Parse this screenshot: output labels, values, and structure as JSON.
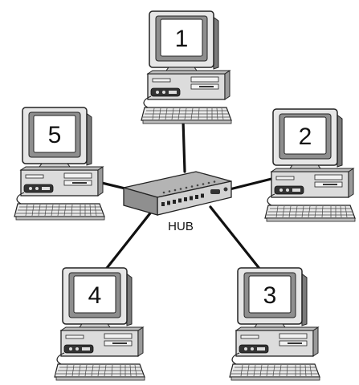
{
  "diagram": {
    "hub": {
      "label": "HUB"
    },
    "computers": [
      {
        "number": "1"
      },
      {
        "number": "2"
      },
      {
        "number": "3"
      },
      {
        "number": "4"
      },
      {
        "number": "5"
      }
    ],
    "colors": {
      "monitor_bezel": "#e6e6e6",
      "screen_frame": "#9a9a9a",
      "screen": "#ffffff",
      "cable": "#111111",
      "case": "#dcdcdc",
      "hub_top": "#b4b4b4",
      "hub_front": "#d2d2d2"
    }
  }
}
